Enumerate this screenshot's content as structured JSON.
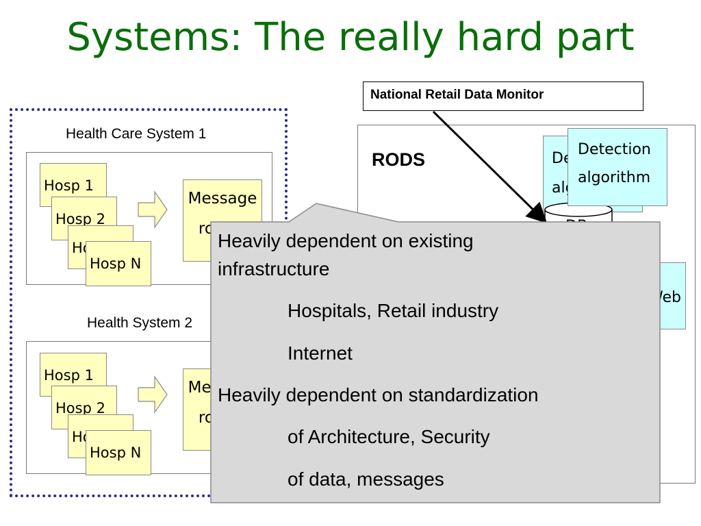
{
  "title": "Systems:  The really hard part",
  "health_system_1": {
    "label": "Health Care System 1",
    "hospitals": [
      "Hosp 1",
      "Hosp 2",
      "Hosp 3",
      "Hosp N"
    ],
    "router": [
      "Message",
      "router"
    ]
  },
  "health_system_2": {
    "label": "Health System 2",
    "hospitals": [
      "Hosp 1",
      "Hosp 2",
      "Hosp 3",
      "Hosp N"
    ],
    "router": [
      "Message",
      "router"
    ]
  },
  "retail_monitor": "National Retail Data Monitor",
  "rods": {
    "label": "RODS",
    "detection_back": [
      "Detection",
      "algorithm"
    ],
    "detection_front": [
      "Detection",
      "algorithm"
    ],
    "db": "DB",
    "web": "Web"
  },
  "callout": {
    "lines": [
      {
        "text": "Heavily dependent on existing",
        "indent": false
      },
      {
        "text": "infrastructure",
        "indent": false
      },
      {
        "text": "Hospitals, Retail industry",
        "indent": true
      },
      {
        "text": "Internet",
        "indent": true
      },
      {
        "text": "Heavily dependent on standardization",
        "indent": false
      },
      {
        "text": "of Architecture, Security",
        "indent": true
      },
      {
        "text": "of data, messages",
        "indent": true
      }
    ]
  },
  "colors": {
    "title": "#0b6e0b",
    "dotted_border": "#2b2b8f",
    "hospital_fill": "#ffffc0",
    "detection_fill": "#ccffff",
    "callout_fill": "#d9d9d9"
  }
}
